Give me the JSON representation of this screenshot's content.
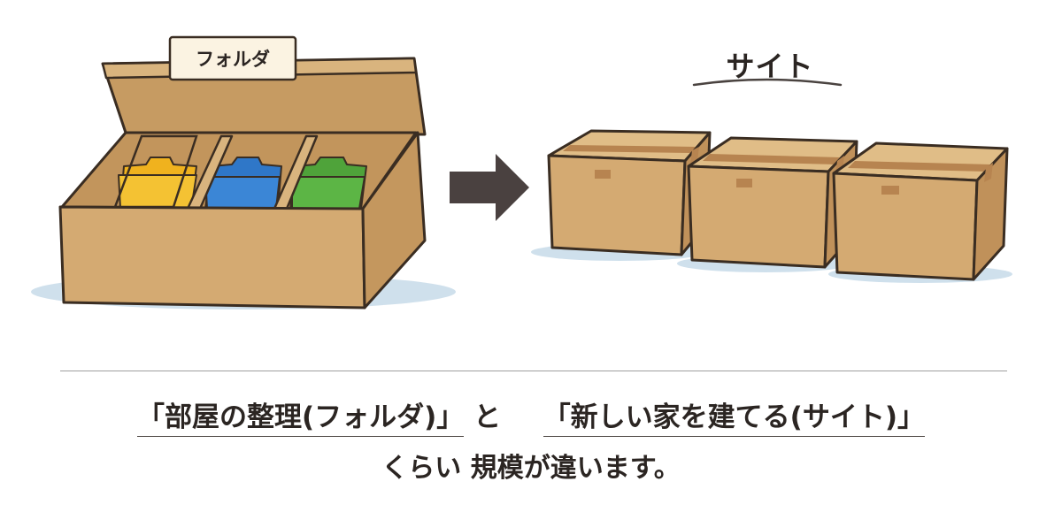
{
  "folder_box_label": "フォルダ",
  "site_label": "サイト",
  "caption": {
    "line1_part1": "「部屋の整理(フォルダ)」",
    "connector": "と",
    "line1_part2": "「新しい家を建てる(サイト)」",
    "line2": "くらい 規模が違います。"
  },
  "colors": {
    "cardboard": "#d4aa72",
    "cardboard_dark": "#b88b52",
    "tape": "#b78450",
    "outline": "#3a2d22",
    "shadow": "#cfe0ec",
    "folder_yellow": "#f0b21e",
    "folder_blue": "#2f77c8",
    "folder_green": "#4fa33a",
    "arrow": "#4a4140"
  },
  "icons": [
    "folder-box-illustration",
    "arrow-right-icon",
    "cardboard-box-illustration"
  ]
}
